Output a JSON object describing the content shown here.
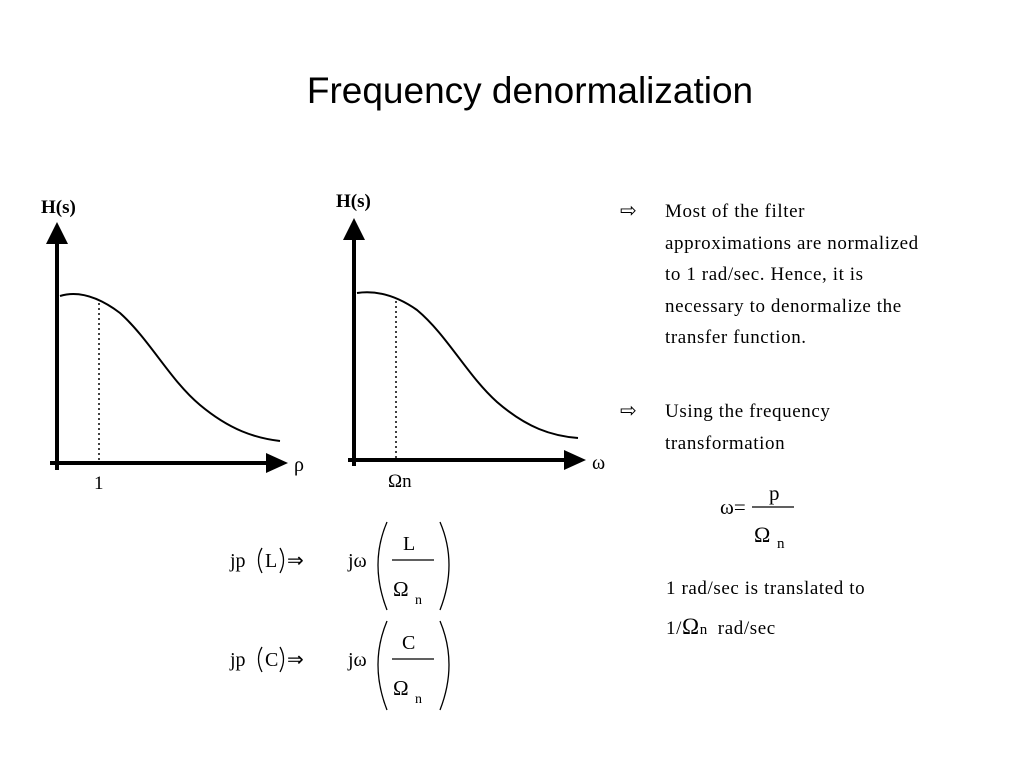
{
  "slide": {
    "title": "Frequency denormalization"
  },
  "graphs": [
    {
      "y_label": "H(s)",
      "x_label": "ρ",
      "tick_label": "1"
    },
    {
      "y_label": "H(s)",
      "x_label": "ω",
      "tick_label": "Ωn"
    }
  ],
  "bullets": [
    {
      "icon": "hollow-arrow-icon",
      "lines": [
        "Most of the filter",
        "approximations are normalized",
        "to 1 rad/sec. Hence, it is",
        "necessary to denormalize the",
        "transfer function."
      ]
    },
    {
      "icon": "hollow-arrow-icon",
      "lines": [
        "Using the frequency",
        "transformation"
      ]
    }
  ],
  "omega_equation": {
    "lhs": "ω=",
    "numerator": "p",
    "denominator": "Ω",
    "subscript": "n"
  },
  "note": {
    "line1": "1 rad/sec is translated to",
    "line2_prefix": "1/",
    "line2_omega": "Ω",
    "line2_sub": "n",
    "line2_suffix": "rad/sec"
  },
  "formulas": [
    {
      "lhs_prefix": "jp",
      "element": "L",
      "arrow": "⇒",
      "rhs_prefix": "jω",
      "numerator": "L",
      "denominator": "Ω",
      "subscript": "n"
    },
    {
      "lhs_prefix": "jp",
      "element": "C",
      "arrow": "⇒",
      "rhs_prefix": "jω",
      "numerator": "C",
      "denominator": "Ω",
      "subscript": "n"
    }
  ]
}
